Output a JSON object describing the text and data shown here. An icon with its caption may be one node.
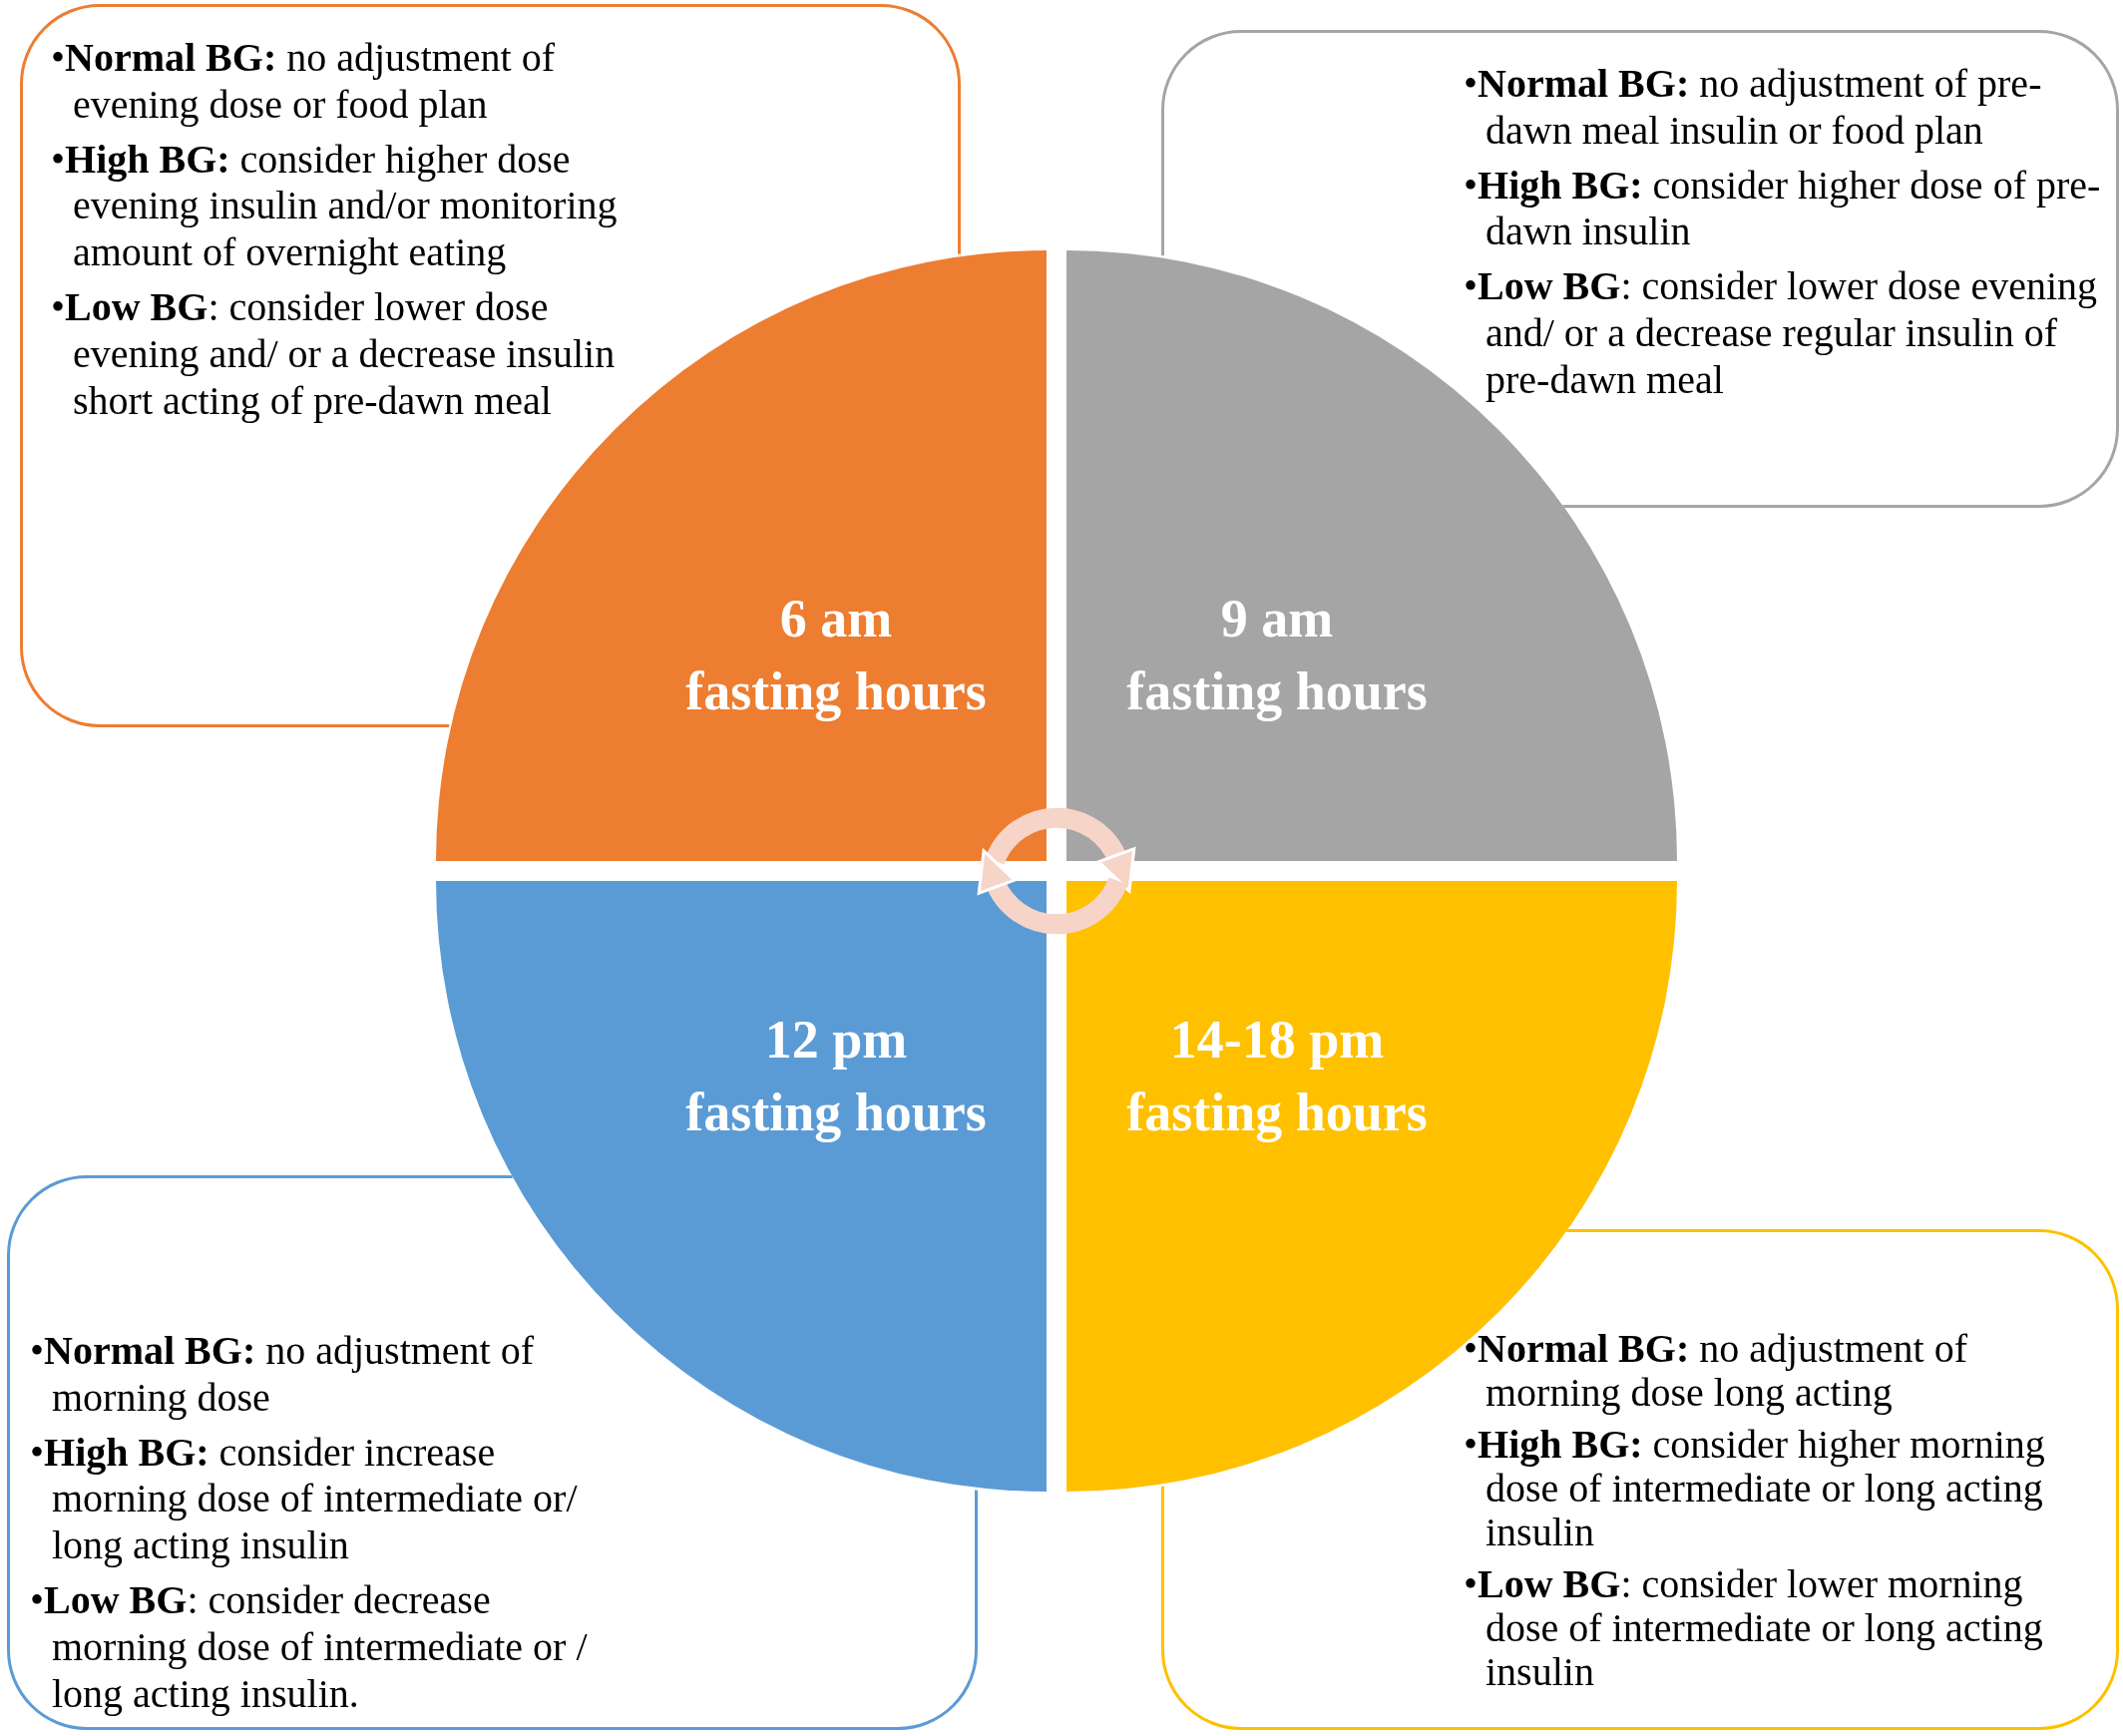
{
  "diagram": {
    "nodes": [
      {
        "text": [
          "•**Normal BG:** no adjustment of evening dose or food plan",
          "•**High BG:** consider higher dose evening insulin and/or monitoring amount of overnight eating",
          "•**Low BG**: consider lower dose evening and/ or a decrease insulin short acting of pre-dawn meal"
        ]
      },
      {
        "text": [
          "•**Normal BG:** no adjustment of pre-dawn meal insulin or food plan",
          "•**High BG:** consider higher dose of pre-dawn insulin",
          "•**Low BG**: consider lower dose evening and/ or a decrease regular insulin of pre-dawn meal"
        ]
      },
      {
        "text": [
          "6 am",
          "fasting hours"
        ]
      },
      {
        "text": [
          "9 am",
          "fasting hours"
        ]
      },
      {
        "text": [
          "12 pm",
          "fasting hours"
        ]
      },
      {
        "text": [
          "14-18 pm",
          "fasting hours"
        ]
      },
      {
        "text": [
          "•**Normal BG:** no adjustment of morning  dose",
          "•**High BG:** consider  increase morning dose of intermediate or/ long acting insulin",
          "•**Low BG**: consider decrease morning dose of intermediate or / long acting insulin."
        ]
      },
      {
        "text": [
          "•**Normal BG:** no adjustment of morning dose long acting",
          "•**High BG:** consider higher morning dose of intermediate or long acting insulin",
          "•**Low BG**: consider lower morning dose of intermediate or long acting insulin"
        ]
      }
    ],
    "edges": [
      {
        "from": 2,
        "to": 3,
        "arrow": "to"
      },
      {
        "from": 5,
        "to": 4,
        "arrow": "to"
      }
    ]
  }
}
